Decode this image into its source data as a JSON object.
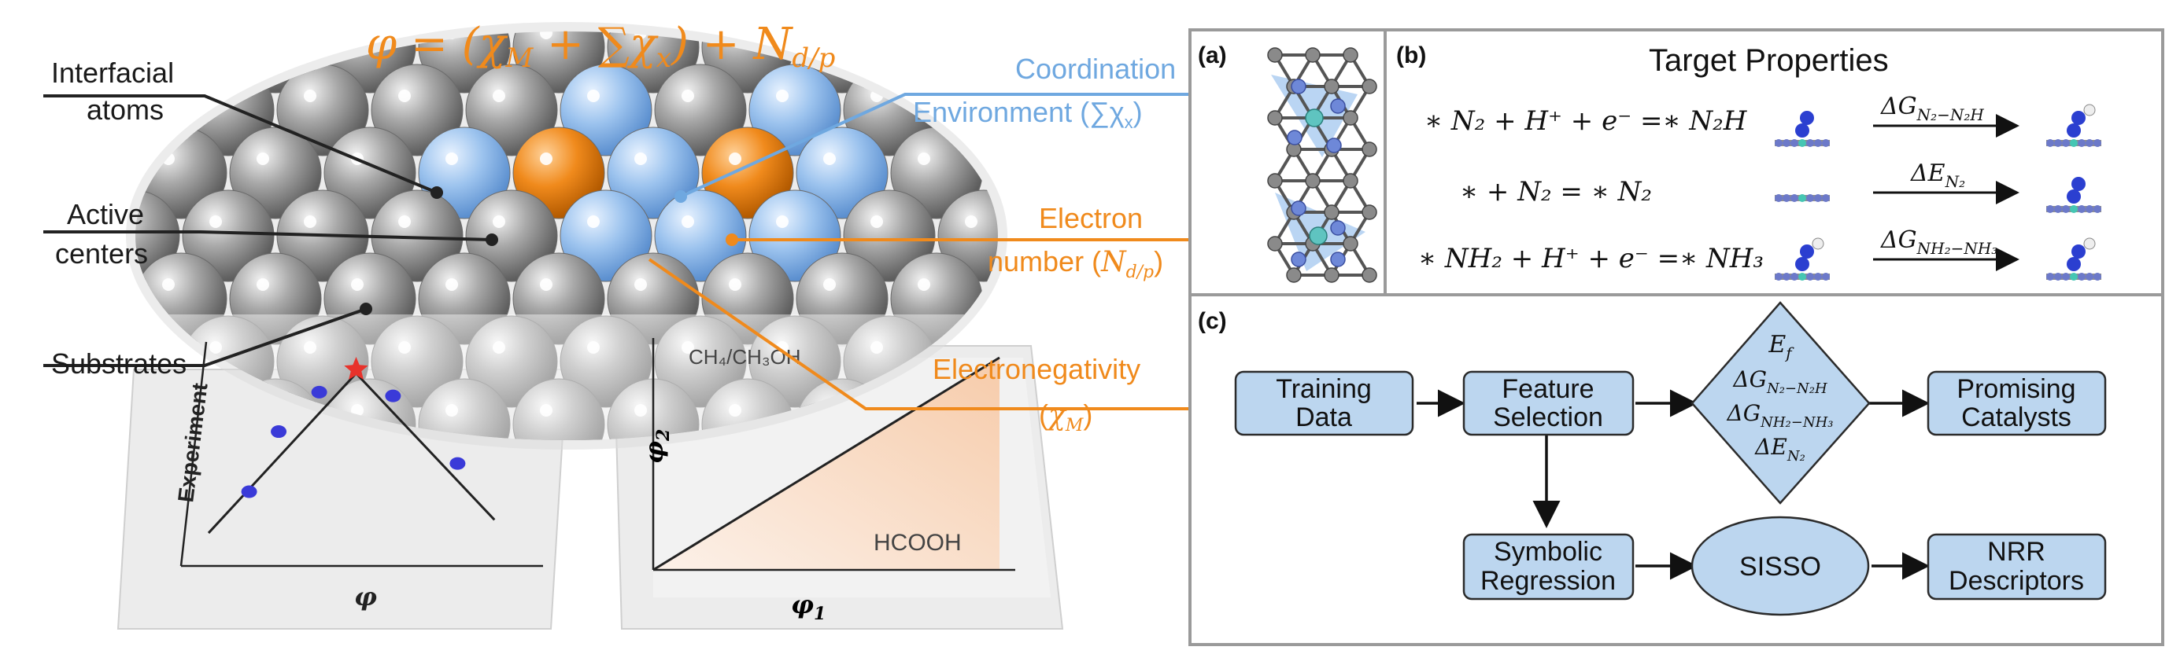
{
  "left": {
    "formula": "φ = (χ",
    "formula_sub_m": "M",
    "formula_mid": " + ∑χ",
    "formula_sub_x": "x",
    "formula_end": ") + N",
    "formula_sub_dp": "d/p",
    "labels": {
      "interfacial_1": "Interfacial",
      "interfacial_2": "atoms",
      "active_1": "Active",
      "active_2": "centers",
      "substrates": "Substrates",
      "coord_1": "Coordination",
      "coord_2": "Environment (∑χ",
      "coord_sub": "x",
      "coord_end": ")",
      "electron_1": "Electron",
      "electron_2": "number (",
      "electron_var": "N",
      "electron_sub": "d/p",
      "electron_end": ")",
      "eneg_1": "Electronegativity",
      "eneg_2": "(",
      "eneg_var": "χ",
      "eneg_sub": "M",
      "eneg_end": ")"
    },
    "volcano_plot": {
      "ylabel": "Experiment",
      "xlabel": "φ",
      "points_left": [
        [
          0.42,
          0.37
        ],
        [
          0.58,
          0.69
        ],
        [
          0.8,
          0.9
        ]
      ],
      "apex": [
        1.0,
        1.0
      ],
      "points_right": [
        [
          1.2,
          0.88
        ],
        [
          1.55,
          0.52
        ]
      ]
    },
    "linear_plot": {
      "ylabel": "φ",
      "ylabel_sub": "2",
      "xlabel": "φ",
      "xlabel_sub": "1",
      "top_label": "CH₄/CH₃OH",
      "bottom_label": "HCOOH"
    },
    "colors": {
      "substrate": "#9a9a9a",
      "interfacial": "#9cc3ee",
      "active": "#f08a1c",
      "dark_line": "#222222"
    }
  },
  "right": {
    "panel_a": "(a)",
    "panel_b": "(b)",
    "panel_c": "(c)",
    "target_title": "Target Properties",
    "reactions": [
      {
        "lhs": "∗ N₂ + H⁺ + e⁻ =∗ N₂H",
        "arrow": "ΔG",
        "arrow_sub": "N₂−N₂H"
      },
      {
        "lhs": "∗  +  N₂  =  ∗ N₂",
        "arrow": "ΔE",
        "arrow_sub": "N₂"
      },
      {
        "lhs": "∗ NH₂ + H⁺ + e⁻ =∗ NH₃",
        "arrow": "ΔG",
        "arrow_sub": "NH₂−NH₃"
      }
    ],
    "flow": {
      "training": [
        "Training",
        "Data"
      ],
      "feature": [
        "Feature",
        "Selection"
      ],
      "diamond": [
        "E",
        "ΔG",
        "ΔG",
        "ΔE"
      ],
      "diamond_subs": [
        "f",
        "N₂−N₂H",
        "NH₂−NH₃",
        "N₂"
      ],
      "promising": [
        "Promising",
        "Catalysts"
      ],
      "symbolic": [
        "Symbolic",
        "Regression"
      ],
      "sisso": "SISSO",
      "nrr": [
        "NRR",
        "Descriptors"
      ]
    },
    "colors": {
      "box_fill": "#bcd6ef",
      "box_stroke": "#2b2b2b",
      "panel_border": "#9a9a9a"
    }
  }
}
